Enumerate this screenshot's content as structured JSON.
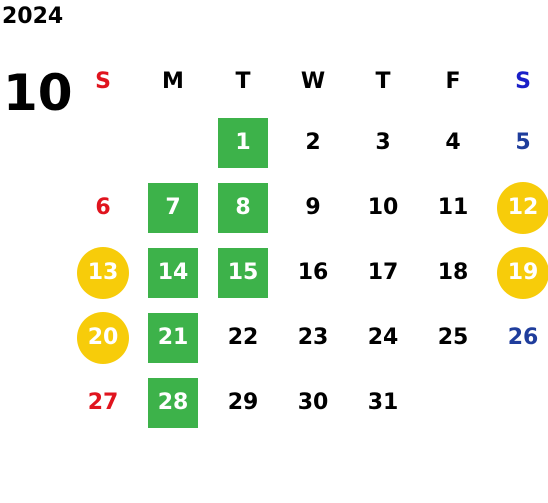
{
  "year": "2024",
  "month": "10",
  "colors": {
    "sunday": "#e0141e",
    "saturday_header": "#1a1fc8",
    "saturday": "#1f3d9c",
    "green_mark": "#3db24a",
    "yellow_mark": "#f7cc0a"
  },
  "weekdays": [
    "S",
    "M",
    "T",
    "W",
    "T",
    "F",
    "S"
  ],
  "weeks": [
    [
      null,
      null,
      {
        "d": "1",
        "m": "green"
      },
      {
        "d": "2"
      },
      {
        "d": "3"
      },
      {
        "d": "4"
      },
      {
        "d": "5"
      }
    ],
    [
      {
        "d": "6"
      },
      {
        "d": "7",
        "m": "green"
      },
      {
        "d": "8",
        "m": "green"
      },
      {
        "d": "9"
      },
      {
        "d": "10"
      },
      {
        "d": "11"
      },
      {
        "d": "12",
        "m": "yellow"
      }
    ],
    [
      {
        "d": "13",
        "m": "yellow"
      },
      {
        "d": "14",
        "m": "green"
      },
      {
        "d": "15",
        "m": "green"
      },
      {
        "d": "16"
      },
      {
        "d": "17"
      },
      {
        "d": "18"
      },
      {
        "d": "19",
        "m": "yellow"
      }
    ],
    [
      {
        "d": "20",
        "m": "yellow"
      },
      {
        "d": "21",
        "m": "green"
      },
      {
        "d": "22"
      },
      {
        "d": "23"
      },
      {
        "d": "24"
      },
      {
        "d": "25"
      },
      {
        "d": "26"
      }
    ],
    [
      {
        "d": "27"
      },
      {
        "d": "28",
        "m": "green"
      },
      {
        "d": "29"
      },
      {
        "d": "30"
      },
      {
        "d": "31"
      },
      null,
      null
    ]
  ]
}
